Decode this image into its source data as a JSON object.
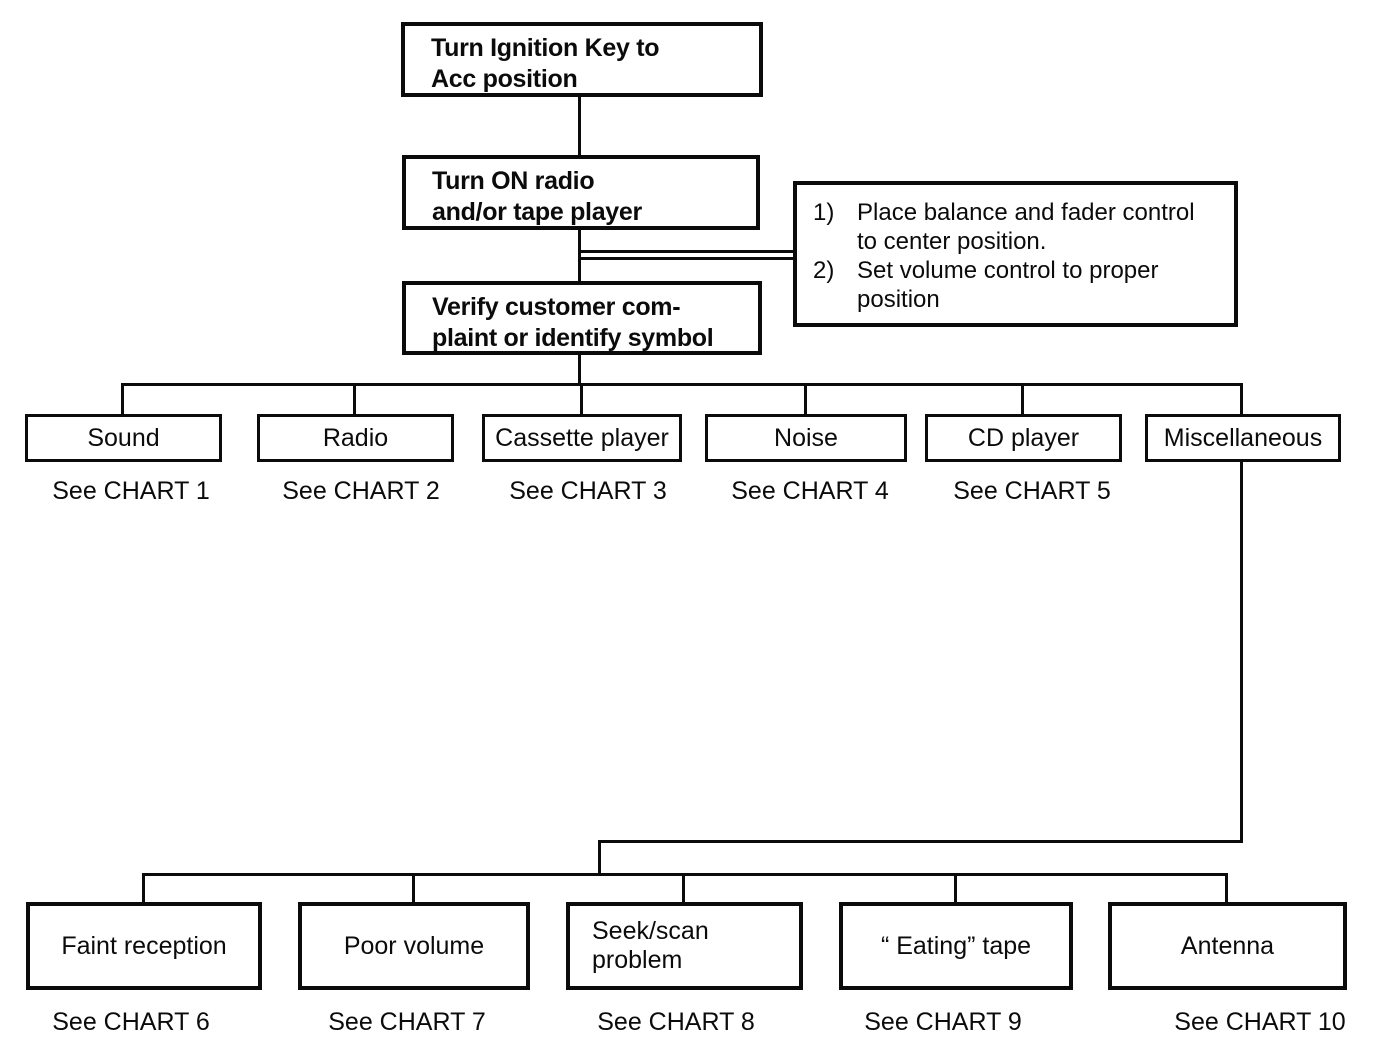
{
  "page": {
    "ink_color": "#0b0b0b",
    "paper_color": "#ffffff"
  },
  "flow": {
    "steps": [
      {
        "label": "Turn Ignition Key to\nAcc position"
      },
      {
        "label": "Turn ON radio\nand/or tape player"
      },
      {
        "label": "Verify customer com-\nplaint or identify symbol"
      }
    ],
    "note": {
      "items": [
        {
          "num": "1)",
          "text": "Place balance and fader control\nto center position."
        },
        {
          "num": "2)",
          "text": "Set volume control to proper\nposition"
        }
      ]
    },
    "branches_top": [
      {
        "label": "Sound",
        "chart": "See CHART 1"
      },
      {
        "label": "Radio",
        "chart": "See CHART 2"
      },
      {
        "label": "Cassette player",
        "chart": "See CHART 3"
      },
      {
        "label": "Noise",
        "chart": "See CHART 4"
      },
      {
        "label": "CD player",
        "chart": "See CHART 5"
      },
      {
        "label": "Miscellaneous",
        "chart": ""
      }
    ],
    "branches_bottom": [
      {
        "label": "Faint reception",
        "chart": "See CHART 6"
      },
      {
        "label": "Poor volume",
        "chart": "See CHART 7"
      },
      {
        "label": "Seek/scan\nproblem",
        "chart": "See CHART 8"
      },
      {
        "label": "“ Eating” tape",
        "chart": "See CHART 9"
      },
      {
        "label": "Antenna",
        "chart": "See CHART 10"
      }
    ]
  }
}
